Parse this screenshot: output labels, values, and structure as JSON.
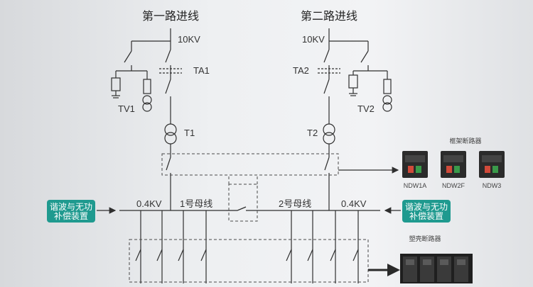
{
  "title_line1": "第一路进线",
  "title_line2": "第二路进线",
  "voltage_hv_left": "10KV",
  "voltage_hv_right": "10KV",
  "label_ta1": "TA1",
  "label_ta2": "TA2",
  "label_tv1": "TV1",
  "label_tv2": "TV2",
  "label_t1": "T1",
  "label_t2": "T2",
  "voltage_lv_left": "0.4KV",
  "voltage_lv_right": "0.4KV",
  "bus1_label": "1号母线",
  "bus2_label": "2号母线",
  "comp_left": {
    "line1": "谐波与无功",
    "line2": "补偿装置"
  },
  "comp_right": {
    "line1": "谐波与无功",
    "line2": "补偿装置"
  },
  "acb_group_title": "框架断路器",
  "acb_models": [
    "NDW1A",
    "NDW2F",
    "NDW3"
  ],
  "mccb_group_title": "塑壳断路器",
  "colors": {
    "accent": "#1f9a8f",
    "line": "#2f2f2f",
    "dash": "#4a4a4a"
  }
}
